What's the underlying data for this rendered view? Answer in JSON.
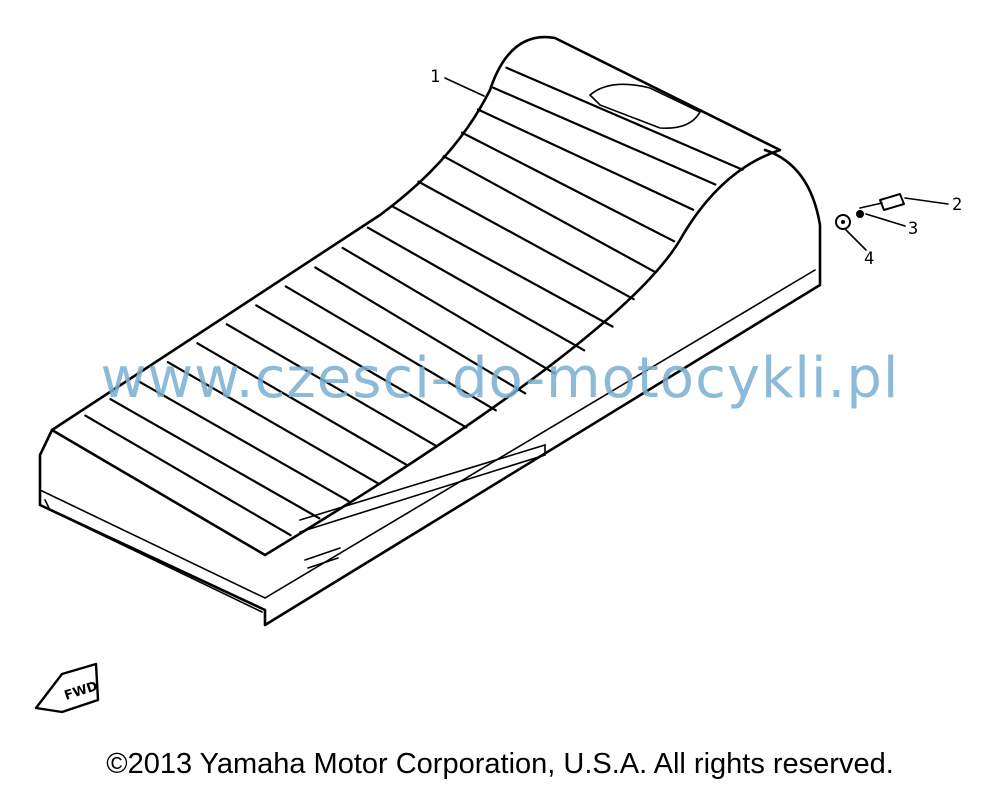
{
  "diagram": {
    "callouts": [
      {
        "number": "1",
        "part": "seat-assembly"
      },
      {
        "number": "2",
        "part": "bolt"
      },
      {
        "number": "3",
        "part": "spring-washer"
      },
      {
        "number": "4",
        "part": "plain-washer"
      }
    ],
    "front_arrow_label": "FWD"
  },
  "watermark": "www.czesci-do-motocykli.pl",
  "copyright": "©2013 Yamaha Motor Corporation, U.S.A. All rights reserved."
}
